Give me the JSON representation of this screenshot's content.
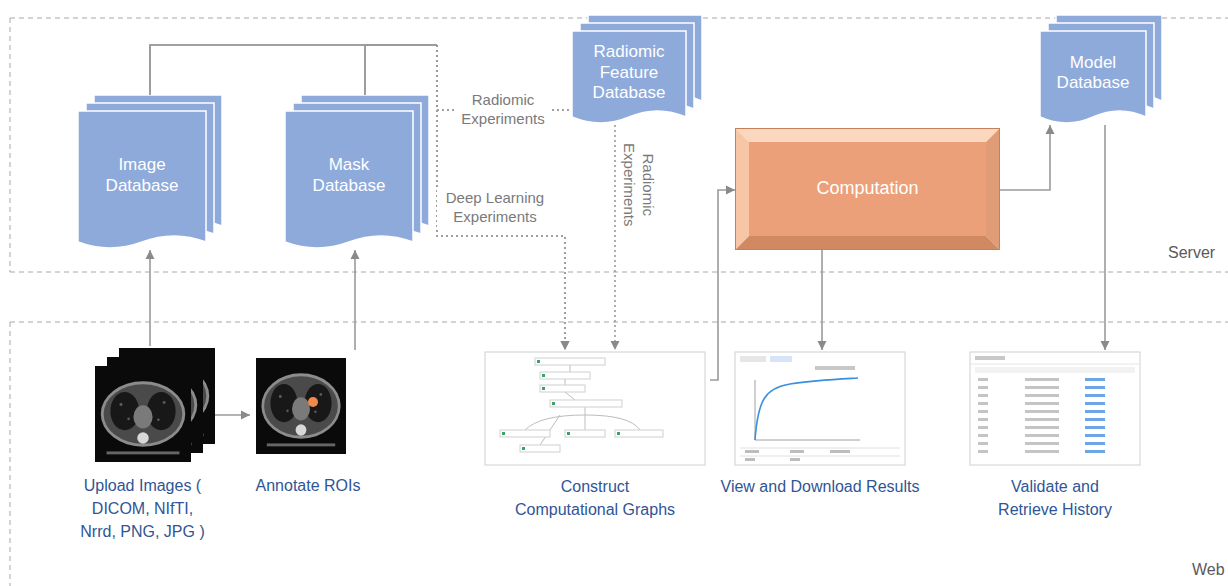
{
  "diagram": {
    "nodes": [
      {
        "text": [
          "Image Database"
        ]
      },
      {
        "text": [
          "Mask Database"
        ]
      },
      {
        "text": [
          "Radiomic Feature Database"
        ]
      },
      {
        "text": [
          "Computation"
        ]
      },
      {
        "text": [
          "Model Database"
        ]
      },
      {
        "text": [
          "Upload Images ( DICOM, NIfTI, Nrrd, PNG, JPG )"
        ]
      },
      {
        "text": [
          "Annotate ROIs"
        ]
      },
      {
        "text": [
          "Construct Computational Graphs"
        ]
      },
      {
        "text": [
          "View and Download Results"
        ]
      },
      {
        "text": [
          "Validate and Retrieve History"
        ]
      }
    ],
    "edges": [
      {
        "from": 5,
        "to": 0,
        "arrow": "to"
      },
      {
        "from": 6,
        "to": 1,
        "arrow": "to"
      },
      {
        "from": 5,
        "to": 6,
        "arrow": "to"
      },
      {
        "from": 0,
        "to": 2,
        "arrow": "none"
      },
      {
        "from": 1,
        "to": 2,
        "label": "Radiomic Experiments",
        "arrow": "none"
      },
      {
        "from": 0,
        "to": 7,
        "arrow": "to"
      },
      {
        "from": 1,
        "to": 7,
        "label": "Deep Learning Experiments",
        "arrow": "to"
      },
      {
        "from": 2,
        "to": 7,
        "label": "Radiomic Experiments",
        "arrow": "to"
      },
      {
        "from": 7,
        "to": 3,
        "arrow": "to"
      },
      {
        "from": 3,
        "to": 8,
        "arrow": "to"
      },
      {
        "from": 3,
        "to": 4,
        "arrow": "to"
      },
      {
        "from": 4,
        "to": 9,
        "arrow": "to"
      }
    ],
    "labels": [
      "Server",
      "Web"
    ]
  }
}
